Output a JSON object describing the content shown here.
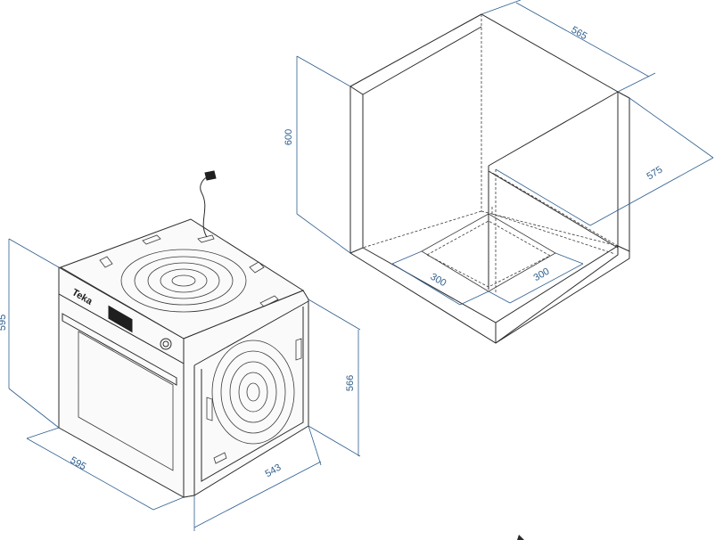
{
  "cabinet": {
    "dims": {
      "width": "565",
      "depth": "575",
      "height": "600",
      "cutout_a": "300",
      "cutout_b": "300"
    }
  },
  "oven": {
    "brand": "Teka",
    "dims": {
      "height": "595",
      "width": "595",
      "depth": "543",
      "side_height": "566"
    }
  },
  "colors": {
    "dimension": "#2f5f8f",
    "outline": "#2b2b2b"
  }
}
